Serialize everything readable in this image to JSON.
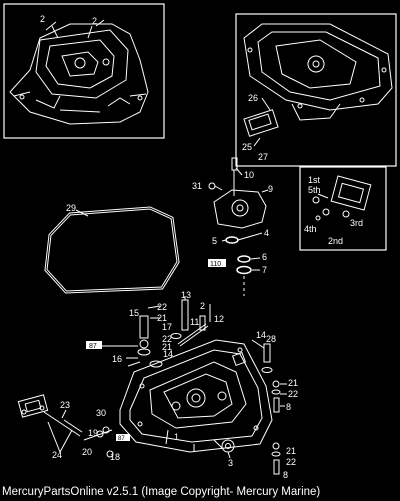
{
  "diagram": {
    "callouts": {
      "c2a": "2",
      "c2b": "2",
      "c26": "26",
      "c25": "25",
      "c27": "27",
      "c10": "10",
      "c31": "31",
      "c9": "9",
      "c29": "29",
      "c4": "4",
      "c5": "5",
      "c6": "6",
      "c7": "7",
      "c1st": "1st",
      "c5th": "5th",
      "c3rd": "3rd",
      "c4th": "4th",
      "c2nd": "2nd",
      "c13": "13",
      "c22a": "22",
      "c21a": "21",
      "c15": "15",
      "c17": "17",
      "c22b": "22",
      "c21b": "21",
      "c16": "16",
      "c14a": "14",
      "c2c": "2",
      "c11": "11",
      "c12": "12",
      "c14b": "14",
      "c28": "28",
      "c21c": "21",
      "c22c": "22",
      "c8a": "8",
      "c23": "23",
      "c30": "30",
      "c24": "24",
      "c19": "19",
      "c20": "20",
      "c18": "18",
      "c1": "1",
      "c3": "3",
      "c21d": "21",
      "c22d": "22",
      "c8b": "8"
    },
    "sealant_tags": {
      "s110": "110",
      "s87a": "87",
      "s87b": "87"
    }
  },
  "footer": {
    "text": "MercuryPartsOnline v2.5.1 (Image Copyright- Mercury Marine)"
  }
}
